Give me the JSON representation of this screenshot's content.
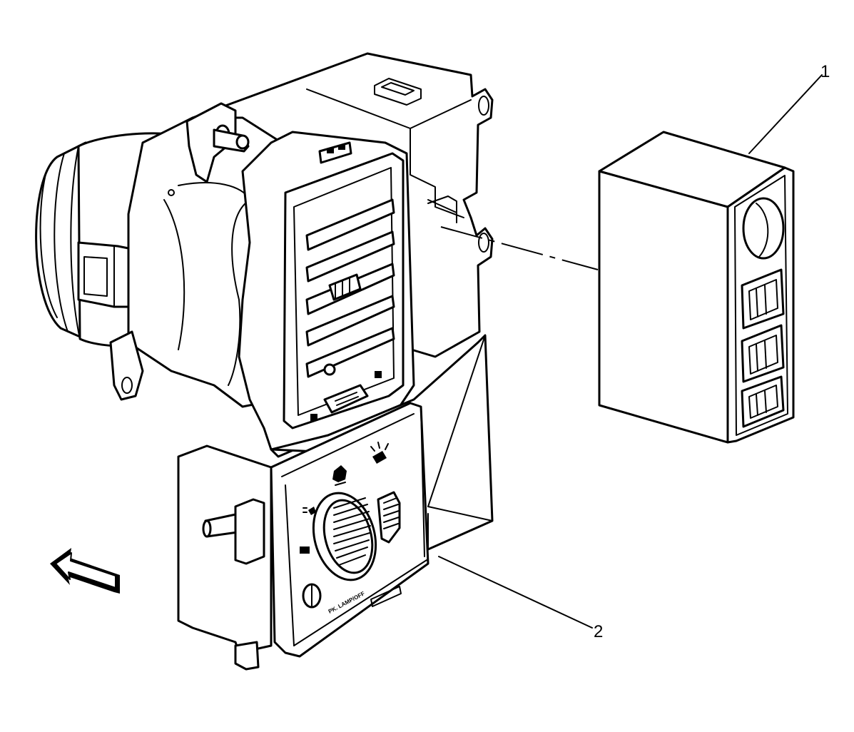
{
  "callouts": [
    {
      "number": "1",
      "refers_to": "switch-module"
    },
    {
      "number": "2",
      "refers_to": "headlamp-switch-assembly"
    }
  ],
  "panel_labels": {
    "bottom_marking": "PK. LAMP/OFF"
  },
  "colors": {
    "line": "#000000",
    "background": "#ffffff"
  }
}
